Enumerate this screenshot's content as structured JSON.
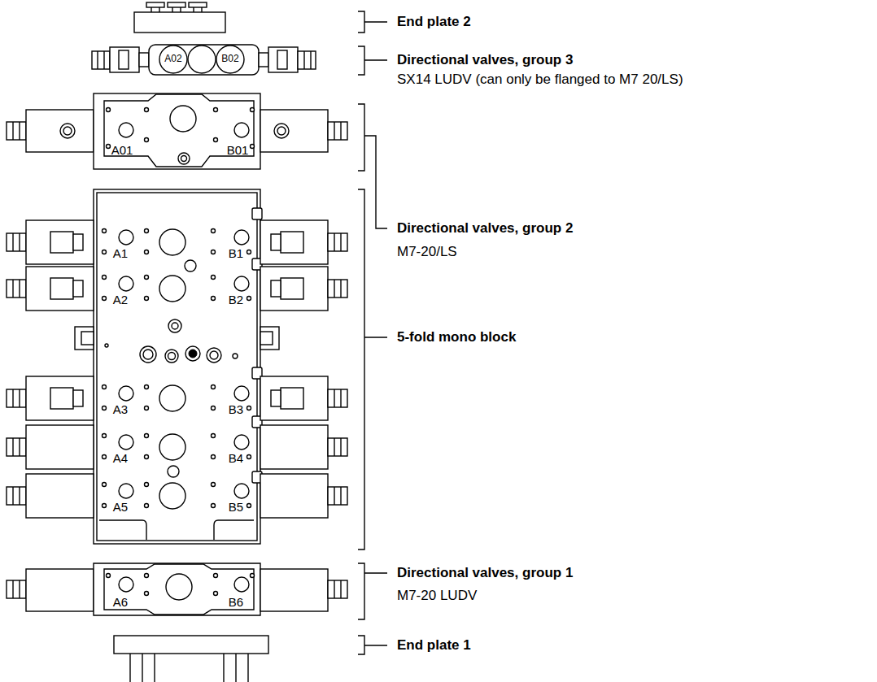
{
  "diagram": {
    "labels": [
      "End plate 2",
      "Directional valves, group 3",
      "SX14 LUDV (can only be flanged to M7 20/LS)",
      "A02",
      "B02",
      "A01",
      "B01",
      "Directional valves, group 2",
      "M7-20/LS",
      "A1",
      "B1",
      "A2",
      "B2",
      "5-fold mono block",
      "A3",
      "B3",
      "A4",
      "B4",
      "A5",
      "B5",
      "A6",
      "B6",
      "Directional valves, group 1",
      "M7-20 LUDV",
      "End plate 1"
    ]
  }
}
